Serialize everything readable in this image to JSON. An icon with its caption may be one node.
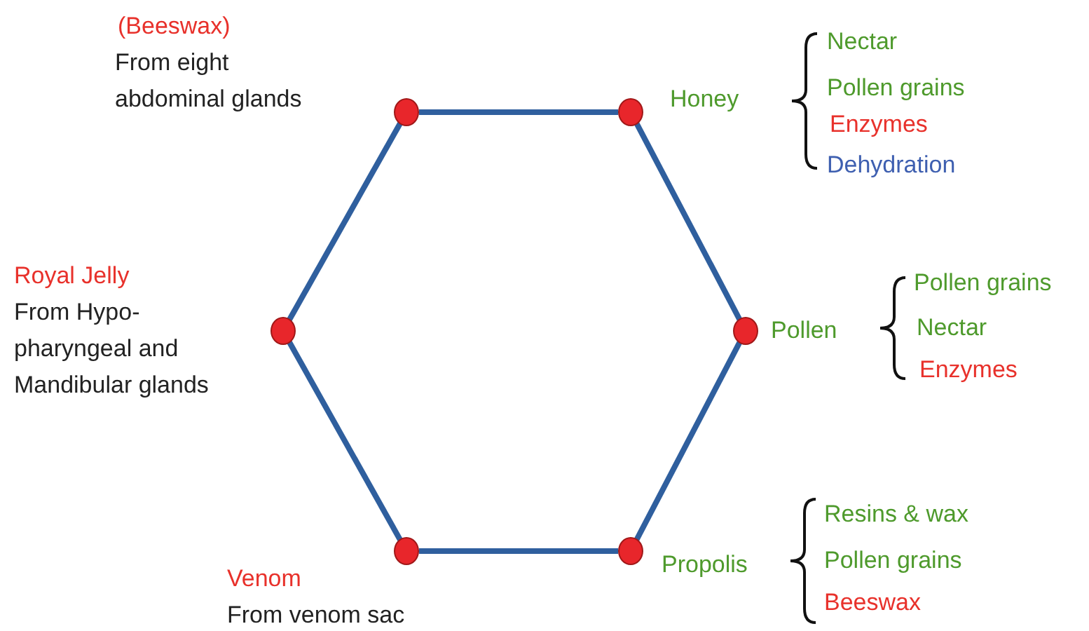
{
  "diagram": {
    "nodes": [
      {
        "text": [],
        "shape": "circle",
        "beside": [
          "(Beeswax)",
          "From eight abdominal glands"
        ]
      },
      {
        "text": [],
        "shape": "circle",
        "beside": [
          "Honey"
        ]
      },
      {
        "text": [],
        "shape": "circle",
        "beside": [
          "Royal Jelly",
          "From Hypo- pharyngeal and Mandibular glands"
        ]
      },
      {
        "text": [],
        "shape": "circle",
        "beside": [
          "Pollen"
        ]
      },
      {
        "text": [],
        "shape": "circle",
        "beside": [
          "Venom",
          "From venom sac"
        ]
      },
      {
        "text": [],
        "shape": "circle",
        "beside": [
          "Propolis"
        ]
      }
    ],
    "edges": [
      {
        "from": 0,
        "to": 1,
        "arrow": "none"
      },
      {
        "from": 1,
        "to": 3,
        "arrow": "none"
      },
      {
        "from": 3,
        "to": 5,
        "arrow": "none"
      },
      {
        "from": 5,
        "to": 4,
        "arrow": "none"
      },
      {
        "from": 4,
        "to": 2,
        "arrow": "none"
      },
      {
        "from": 2,
        "to": 0,
        "arrow": "none"
      }
    ],
    "labels": [
      "Nectar",
      "Pollen grains",
      "Enzymes",
      "Dehydration",
      "Pollen grains",
      "Nectar",
      "Enzymes",
      "Resins & wax",
      "Pollen grains",
      "Beeswax"
    ]
  }
}
